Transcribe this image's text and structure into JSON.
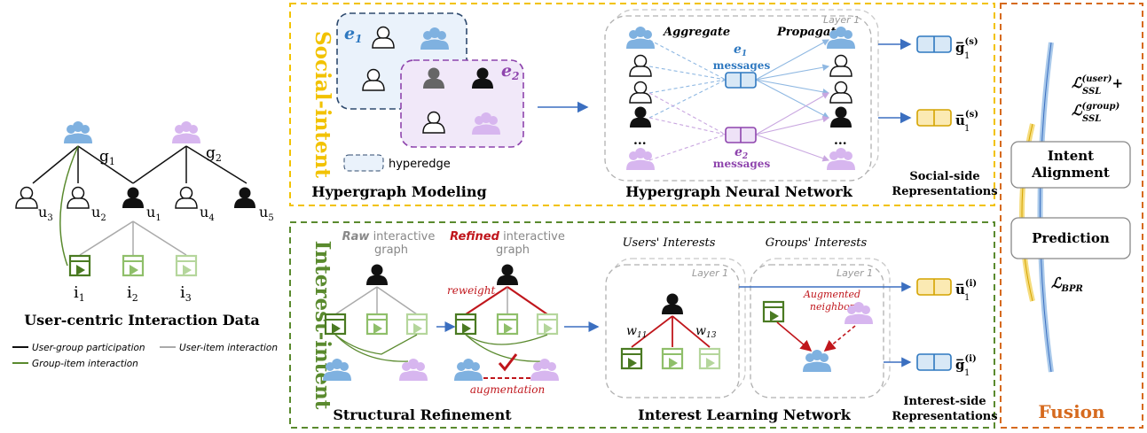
{
  "colors": {
    "social": "#f2c200",
    "interest": "#5a8a2e",
    "fusion": "#d66a1e",
    "blue": "#3b82c4",
    "purple": "#8e44ad",
    "red": "#c0161c",
    "gray": "#9a9a9a",
    "dark": "#111111"
  },
  "left": {
    "group_labels": [
      "g",
      "g"
    ],
    "group_subs": [
      "1",
      "2"
    ],
    "user_labels": [
      "u",
      "u",
      "u",
      "u",
      "u"
    ],
    "user_subs": [
      "3",
      "2",
      "1",
      "4",
      "5"
    ],
    "item_labels": [
      "i",
      "i",
      "i"
    ],
    "item_subs": [
      "1",
      "2",
      "3"
    ],
    "title": "User-centric Interaction Data",
    "legend": {
      "user_group": "User-group participation",
      "user_item": "User-item interaction",
      "group_item": "Group-item interaction"
    }
  },
  "social": {
    "section_label": "Social-intent",
    "hyperedge_e": "e",
    "hyperedge_subs": [
      "1",
      "2"
    ],
    "hyperedge_legend": "hyperedge",
    "modeling_title": "Hypergraph Modeling",
    "layer_label": "Layer 1",
    "aggregate": "Aggregate",
    "propagate": "Propagate",
    "msg_e": "e",
    "msg_subs": [
      "1",
      "2"
    ],
    "messages": "messages",
    "network_title": "Hypergraph Neural Network",
    "dots": "...",
    "rep_g": "g̅",
    "rep_u": "u̅",
    "rep_sub": "1",
    "rep_sup": "(s)",
    "side_title": [
      "Social-side",
      "Representations"
    ]
  },
  "interest": {
    "section_label": "Interest-intent",
    "raw_bold": "Raw",
    "raw_rest": "interactive",
    "raw_graph": "graph",
    "refined_bold": "Refined",
    "refined_rest": "interactive",
    "refined_graph": "graph",
    "reweight": "reweight",
    "augmentation": "augmentation",
    "refinement_title": "Structural Refinement",
    "users_interests": "Users' Interests",
    "groups_interests": "Groups' Interests",
    "layer_label": "Layer 1",
    "w_labels": [
      "w",
      "w"
    ],
    "w_subs": [
      "11",
      "13"
    ],
    "augmented": [
      "Augmented",
      "neighbor"
    ],
    "network_title": "Interest Learning Network",
    "rep_u": "u̅",
    "rep_g": "g̅",
    "rep_sub": "1",
    "rep_sup": "(i)",
    "side_title": [
      "Interest-side",
      "Representations"
    ]
  },
  "fusion": {
    "loss_ssl_user": "ℒ",
    "ssl_sub": "SSL",
    "ssl_user_sup": "(user)",
    "ssl_group_sup": "(group)",
    "plus": "+",
    "intent_alignment": [
      "Intent",
      "Alignment"
    ],
    "prediction": "Prediction",
    "bpr": "BPR",
    "title": "Fusion"
  }
}
